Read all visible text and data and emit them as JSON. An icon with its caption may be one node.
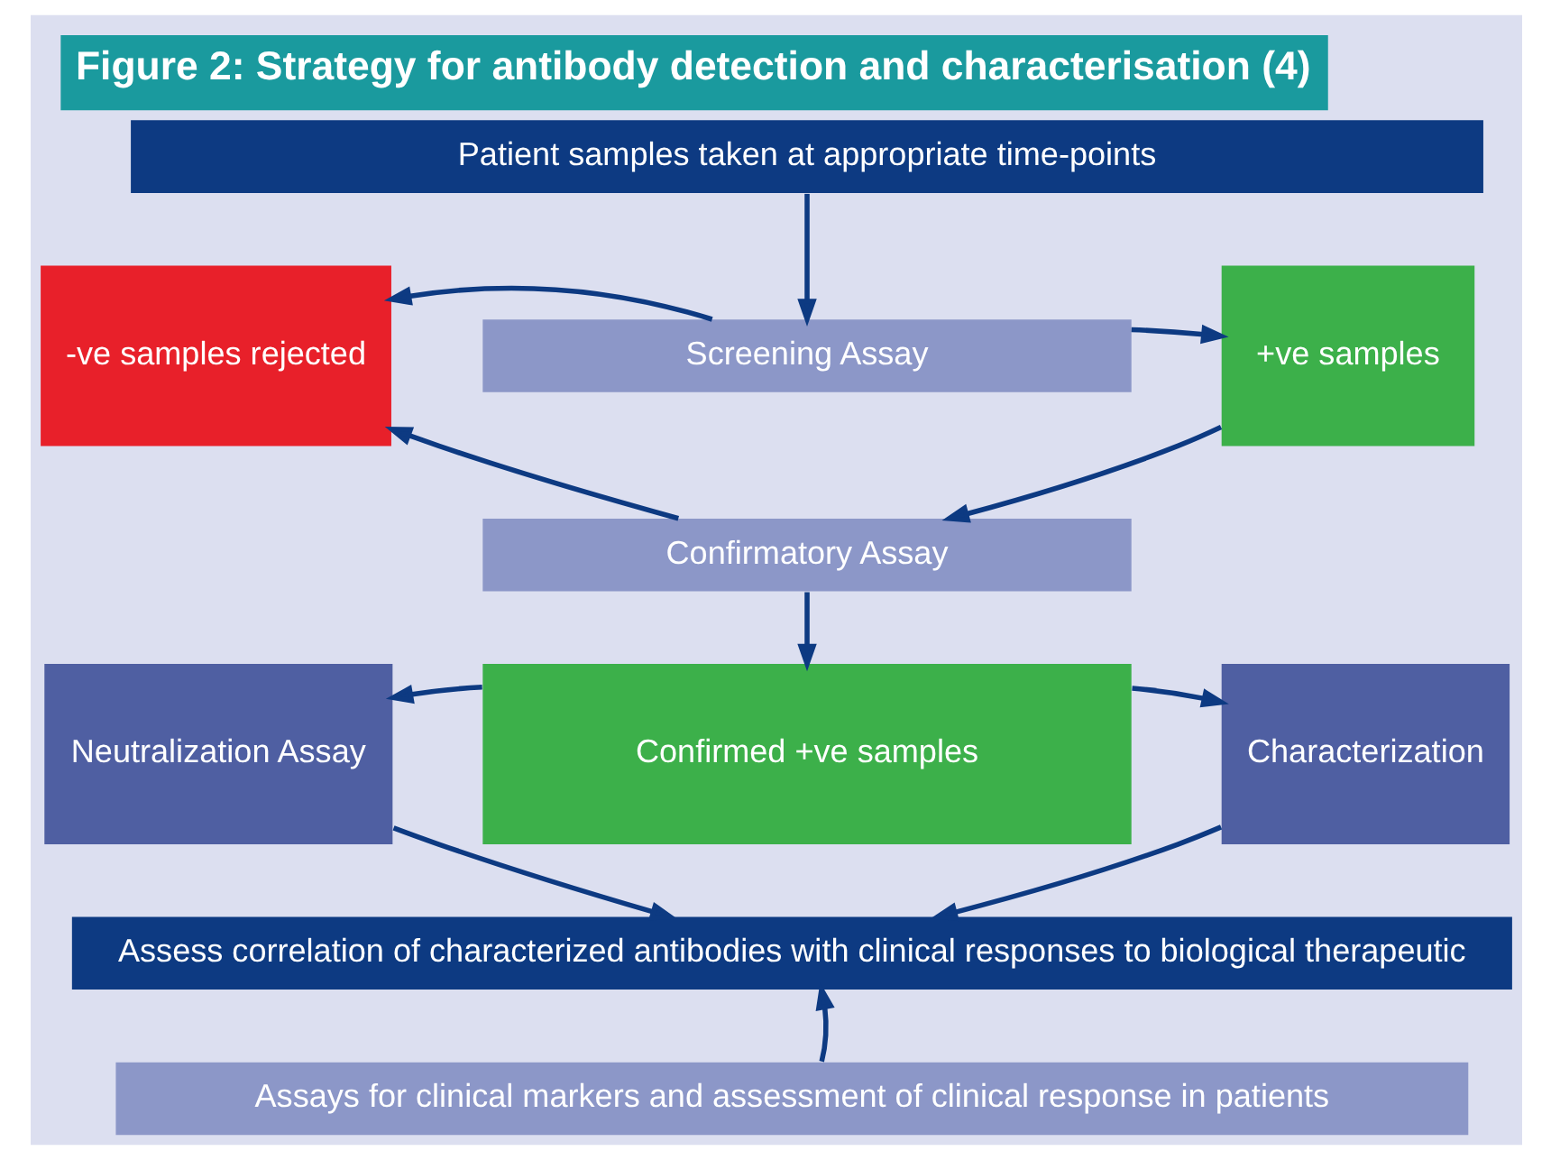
{
  "diagram": {
    "title": "Figure 2: Strategy for antibody detection and characterisation (4)",
    "nodes": [
      {
        "text": [
          "Patient samples taken at appropriate time-points"
        ]
      },
      {
        "text": [
          "-ve samples rejected"
        ]
      },
      {
        "text": [
          "Screening Assay"
        ]
      },
      {
        "text": [
          "+ve samples"
        ]
      },
      {
        "text": [
          "Confirmatory Assay"
        ]
      },
      {
        "text": [
          "Neutralization Assay"
        ]
      },
      {
        "text": [
          "Confirmed +ve samples"
        ]
      },
      {
        "text": [
          "Characterization"
        ]
      },
      {
        "text": [
          "Assess correlation of characterized antibodies with clinical responses to biological therapeutic"
        ]
      },
      {
        "text": [
          "Assays for clinical markers and assessment of clinical response in patients"
        ]
      }
    ],
    "edges": [
      {
        "from": 0,
        "to": 2,
        "arrow": "to"
      },
      {
        "from": 2,
        "to": 1,
        "arrow": "to"
      },
      {
        "from": 2,
        "to": 3,
        "arrow": "to"
      },
      {
        "from": 3,
        "to": 4,
        "arrow": "to"
      },
      {
        "from": 4,
        "to": 1,
        "arrow": "to"
      },
      {
        "from": 4,
        "to": 6,
        "arrow": "to"
      },
      {
        "from": 6,
        "to": 5,
        "arrow": "to"
      },
      {
        "from": 6,
        "to": 7,
        "arrow": "to"
      },
      {
        "from": 5,
        "to": 8,
        "arrow": "to"
      },
      {
        "from": 7,
        "to": 8,
        "arrow": "to"
      },
      {
        "from": 9,
        "to": 8,
        "arrow": "to"
      }
    ]
  }
}
